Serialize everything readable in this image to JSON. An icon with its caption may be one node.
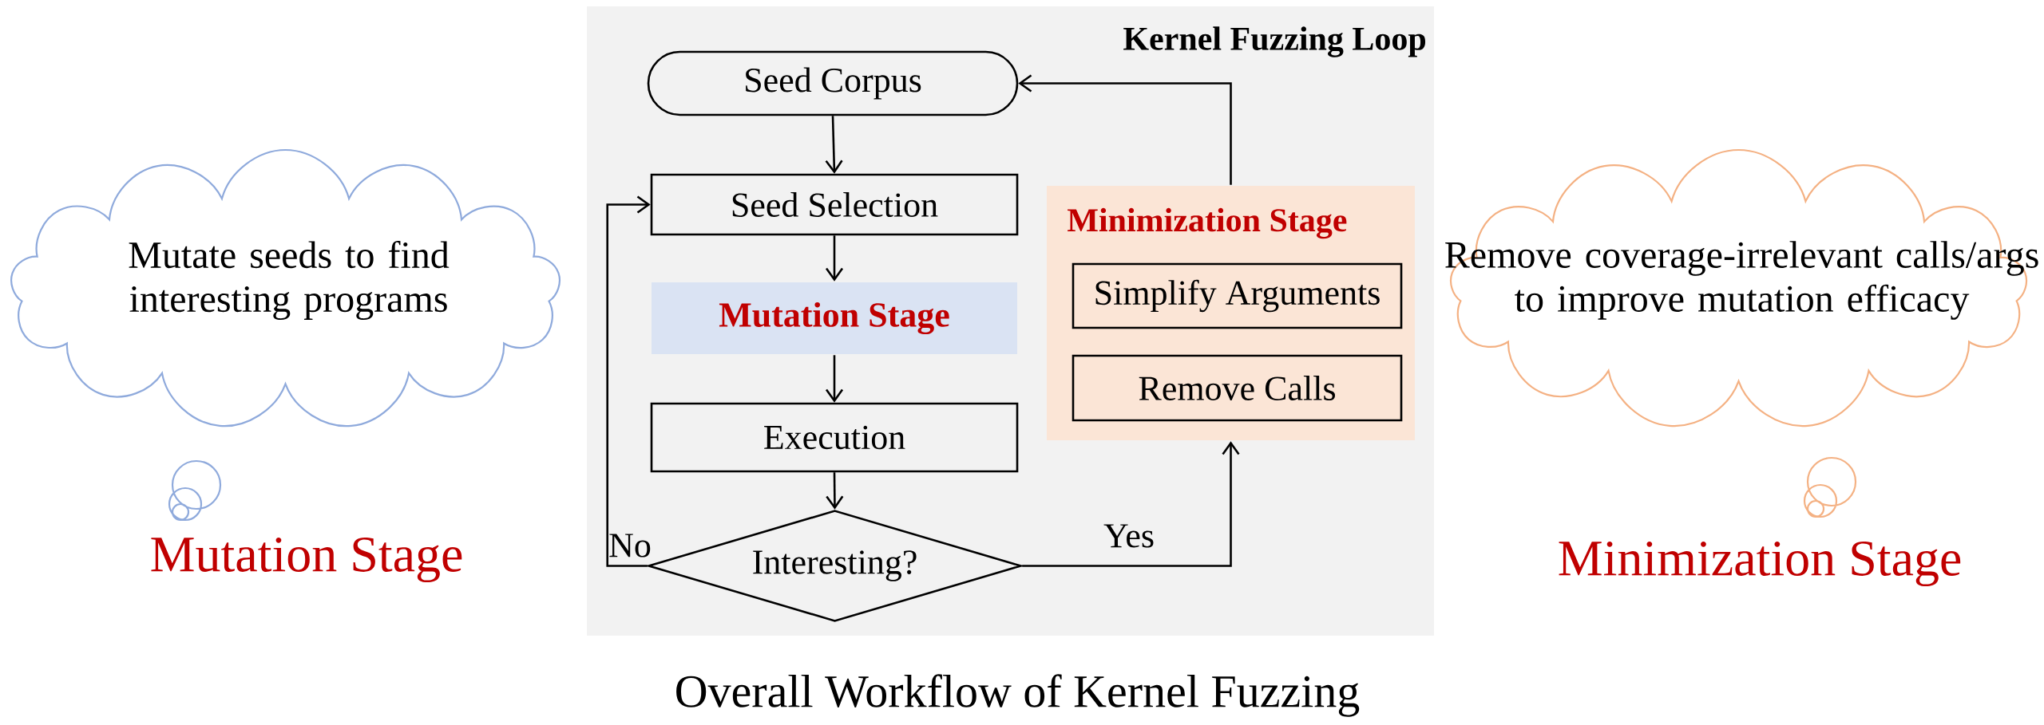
{
  "diagram": {
    "caption": "Overall Workflow of Kernel Fuzzing",
    "nodes": [
      {
        "text": [
          "Kernel Fuzzing Loop"
        ]
      },
      {
        "text": [
          "Seed Corpus"
        ],
        "in": 0
      },
      {
        "text": [
          "Seed Selection"
        ],
        "in": 0
      },
      {
        "text": [
          "Mutation Stage"
        ],
        "in": 0
      },
      {
        "text": [
          "Execution"
        ],
        "in": 0
      },
      {
        "text": [
          "Interesting?"
        ],
        "in": 0
      },
      {
        "text": [
          "Minimization Stage"
        ],
        "in": 0
      },
      {
        "text": [
          "Simplify Arguments"
        ],
        "in": 6
      },
      {
        "text": [
          "Remove Calls"
        ],
        "in": 6
      },
      {
        "text": [
          "Mutate seeds to find interesting programs"
        ],
        "beside": [
          "Mutation Stage"
        ]
      },
      {
        "text": [
          "Remove coverage-irrelevant calls/args to improve mutation efficacy"
        ],
        "beside": [
          "Minimization Stage"
        ]
      }
    ],
    "edges": [
      {
        "from": 1,
        "to": 2,
        "arrow": "to"
      },
      {
        "from": 2,
        "to": 3,
        "arrow": "to"
      },
      {
        "from": 3,
        "to": 4,
        "arrow": "to"
      },
      {
        "from": 4,
        "to": 5,
        "arrow": "to"
      },
      {
        "from": 5,
        "to": 2,
        "arrow": "to",
        "label": "No"
      },
      {
        "from": 5,
        "to": 6,
        "arrow": "to",
        "label": "Yes"
      },
      {
        "from": 6,
        "to": 1,
        "arrow": "to"
      }
    ]
  }
}
